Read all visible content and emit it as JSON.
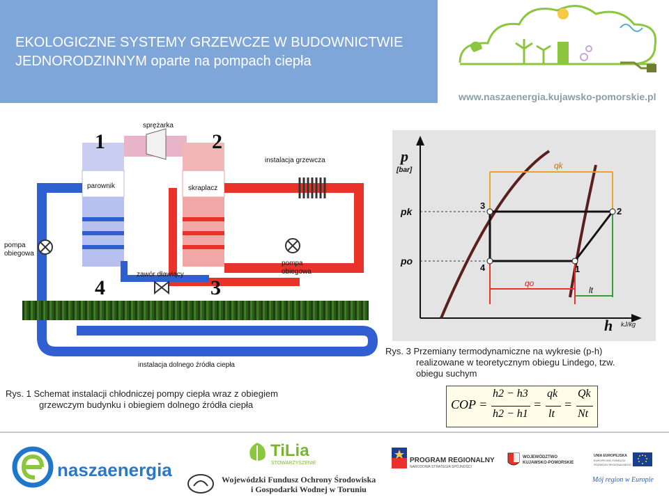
{
  "header": {
    "title_line1": "EKOLOGICZNE SYSTEMY GRZEWCZE W BUDOWNICTWIE",
    "title_line2_bold": "JEDNORODZINNYM",
    "title_line2_rest": " oparte na pompach ciepła",
    "url": "www.naszaenergia.kujawsko-pomorskie.pl"
  },
  "diagram1": {
    "num1": "1",
    "num2": "2",
    "num3": "3",
    "num4": "4",
    "label_compressor": "sprężarka",
    "label_heating": "instalacja grzewcza",
    "label_evaporator": "parownik",
    "label_condenser": "skraplacz",
    "label_pump_left_1": "pompa",
    "label_pump_left_2": "obiegowa",
    "label_pump_right_1": "pompa",
    "label_pump_right_2": "obiegowa",
    "label_valve": "zawór dławiący",
    "label_ground": "instalacja dolnego źródła ciepła",
    "caption_line1": "Rys. 1 Schemat instalacji chłodniczej pompy ciepła wraz z obiegiem",
    "caption_line2": "grzewczym budynku i obiegiem dolnego źródła ciepła"
  },
  "diagram2": {
    "axis_p": "p",
    "axis_p_unit": "[bar]",
    "axis_h": "h",
    "axis_h_unit": "kJ/kg",
    "label_pk": "pk",
    "label_po": "po",
    "label_qk": "qk",
    "label_qo": "qo",
    "label_lt": "lt",
    "pt1": "1",
    "pt2": "2",
    "pt3": "3",
    "pt4": "4",
    "caption_line1": "Rys. 3 Przemiany termodynamiczne na wykresie (p-h)",
    "caption_line2": "realizowane w teoretycznym obiegu Lindego, tzw.",
    "caption_line3": "obiegu suchym"
  },
  "formula": {
    "cop": "COP =",
    "num1": "h2 − h3",
    "den1": "h2 − h1",
    "eq": "=",
    "num2": "qk",
    "den2": "lt",
    "eq2": "=",
    "num3": "Qk",
    "den3": "Nt"
  },
  "footer": {
    "naszaenergia": "naszaenergia",
    "tilia": "TiLia",
    "tilia_sub": "STOWARZYSZENIE",
    "wfos_line1": "Wojewódzki Fundusz Ochrony Środowiska",
    "wfos_line2": "i Gospodarki Wodnej w Toruniu",
    "program": "PROGRAM REGIONALNY",
    "program_sub": "NARODOWA STRATEGIA SPÓJNOŚCI",
    "voiv_line1": "WOJEWÓDZTWO",
    "voiv_line2": "KUJAWSKO-POMORSKIE",
    "eu_line1": "UNIA EUROPEJSKA",
    "eu_line2": "EUROPEJSKI FUNDUSZ",
    "eu_line3": "ROZWOJU REGIONALNEGO",
    "slogan": "Mój region w Europie"
  },
  "colors": {
    "header": "#7ea6d9",
    "hot": "#e8322a",
    "cold": "#2f5fd0",
    "green": "#8cc63f"
  }
}
